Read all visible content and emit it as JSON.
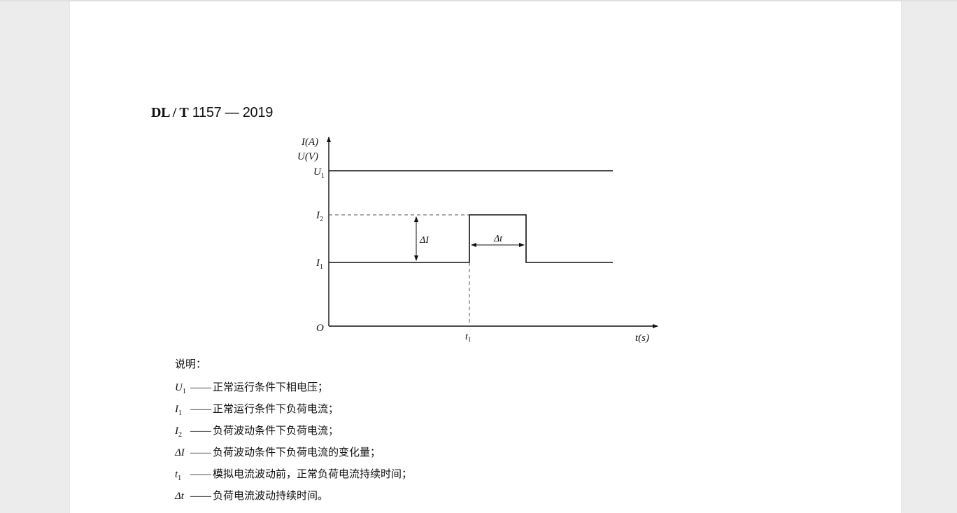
{
  "document": {
    "standard_prefix": "DL / T",
    "standard_number": "1157",
    "standard_sep": "—",
    "standard_year": "2019"
  },
  "figure": {
    "y_axis_label_current": "I(A)",
    "y_axis_label_voltage": "U(V)",
    "x_axis_label": "t(s)",
    "origin_label": "O",
    "level_labels": {
      "u1": "U1",
      "i2": "I2",
      "i1": "I1"
    },
    "x_tick_label": "t1",
    "delta_i_label": "ΔI",
    "delta_t_label": "Δt"
  },
  "legend": {
    "title": "说明：",
    "items": [
      {
        "symbol": "U",
        "subscript": "1",
        "dash": "——",
        "text": "正常运行条件下相电压；"
      },
      {
        "symbol": "I",
        "subscript": "1",
        "dash": " ——",
        "text": "正常运行条件下负荷电流；"
      },
      {
        "symbol": "I",
        "subscript": "2",
        "dash": " ——",
        "text": "负荷波动条件下负荷电流；"
      },
      {
        "symbol": "ΔI",
        "subscript": "",
        "dash": "——",
        "text": "负荷波动条件下负荷电流的变化量；"
      },
      {
        "symbol": "t",
        "subscript": "1",
        "dash": " ——",
        "text": "模拟电流波动前，正常负荷电流持续时间；"
      },
      {
        "symbol": "Δt",
        "subscript": "",
        "dash": "——",
        "text": "负荷电流波动持续时间。"
      }
    ]
  }
}
